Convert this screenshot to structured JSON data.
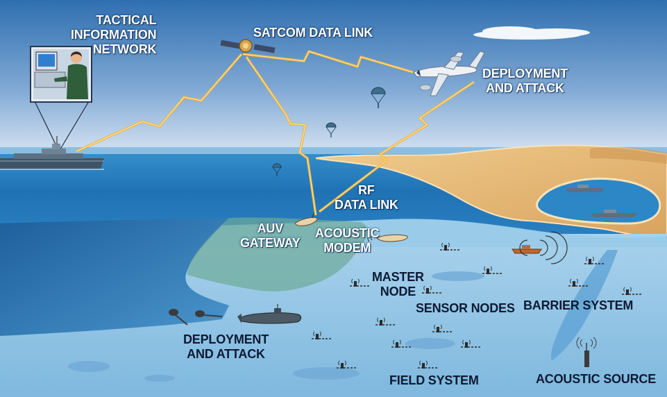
{
  "labels": {
    "tactical_line1": "TACTICAL",
    "tactical_line2": "INFORMATION",
    "tactical_line3": "NETWORK",
    "satcom": "SATCOM DATA LINK",
    "deploy_air_line1": "DEPLOYMENT",
    "deploy_air_line2": "AND ATTACK",
    "rf_line1": "RF",
    "rf_line2": "DATA LINK",
    "auv_line1": "AUV",
    "auv_line2": "GATEWAY",
    "acoustic_modem_line1": "ACOUSTIC",
    "acoustic_modem_line2": "MODEM",
    "master_line1": "MASTER",
    "master_line2": "NODE",
    "sensor_nodes": "SENSOR NODES",
    "barrier_system": "BARRIER SYSTEM",
    "deploy_sea_line1": "DEPLOYMENT",
    "deploy_sea_line2": "AND ATTACK",
    "field_system": "FIELD SYSTEM",
    "acoustic_source": "ACOUSTIC SOURCE"
  },
  "colors": {
    "sky_top": "#2f6fb0",
    "sky_bottom": "#d9e6f3",
    "sea_surface": "#2d86c5",
    "seabed": "#8ec3e4",
    "land": "#e6b877",
    "beam": "#f2b233",
    "label_light": "#ffffff",
    "label_dark": "#0d1a33"
  }
}
